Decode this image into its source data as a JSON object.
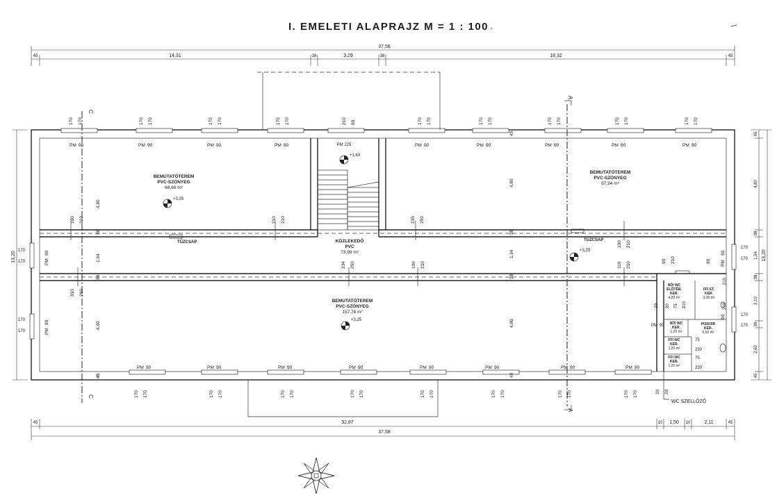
{
  "title": "I. EMELETI  ALAPRAJZ    M = 1 : 100",
  "dims_top": {
    "total": "37,58",
    "a": "45",
    "b": "14,31",
    "c": "38",
    "d": "3,29",
    "e": "38",
    "f": "18,32",
    "g": "45"
  },
  "dims_bottom": {
    "total": "37,58",
    "a": "45",
    "b": "32,87",
    "c": "10",
    "d": "1,50",
    "e": "10",
    "f": "2,11",
    "g": "45"
  },
  "dims_left": {
    "total": "13,20",
    "a": "170",
    "b": "170"
  },
  "dims_right": {
    "total": "13,20",
    "a": "45",
    "b": "4,80",
    "c": "38",
    "d": "1,94",
    "e": "38",
    "f": "2,10",
    "g": "38",
    "h": "2,60",
    "i": "45"
  },
  "rooms": {
    "r1": {
      "name": "BEMUTATÓTEREM",
      "floor": "PVC-SZÖNYEG",
      "area": "68,66 m²",
      "level": "+3,25"
    },
    "r2": {
      "name": "BEMUTATÓTEREM",
      "floor": "PVC-SZÖNYEG",
      "area": "87,94 m²"
    },
    "r3": {
      "name": "KÖZLEKEDŐ",
      "floor": "PVC",
      "area": "73,99 m²",
      "level": "+3,25"
    },
    "r4": {
      "name": "BEMUTATÓTEREM",
      "floor": "PVC-SZÖNYEG",
      "area": "157,78 m²",
      "level": "+3,25"
    },
    "stair_level": "+1,63",
    "stair_label": "PM 225",
    "noi_eloter": {
      "l1": "NŐI WC",
      "l2": "ELŐTÉR.",
      "l3": "KER.",
      "l4": "4,22 m²"
    },
    "ffi_eloter": {
      "l1": "FFI ET.",
      "l2": "KER.",
      "l3": "3,36 m²"
    },
    "noi_wc": {
      "l1": "NŐI WC",
      "l2": "KER.",
      "l3": "1,20 m²"
    },
    "pissoir": {
      "l1": "PISSOIR",
      "l2": "KER.",
      "l3": "5,50 m²"
    },
    "ffi_wc1": {
      "l1": "FFI WC",
      "l2": "KER.",
      "l3": "1,20 m²"
    },
    "ffi_wc2": {
      "l1": "FFI WC",
      "l2": "KER.",
      "l3": "1,20 m²"
    }
  },
  "labels": {
    "pm": "PM",
    "w90": "90",
    "w170": "170",
    "w210": "210",
    "w100": "100",
    "w235": "235",
    "w250": "250",
    "w234": "234",
    "w110": "110",
    "w310": "310",
    "w260": "260",
    "w20": "20",
    "w75": "75",
    "w230": "230",
    "t480": "4,80",
    "t194": "1,94",
    "t38": "38",
    "t45": "45",
    "tuzcsap": "TŰZCSAP",
    "wc_szellozo": "WC SZELLŐZŐ",
    "sec_a": "A",
    "sec_c": "C"
  }
}
